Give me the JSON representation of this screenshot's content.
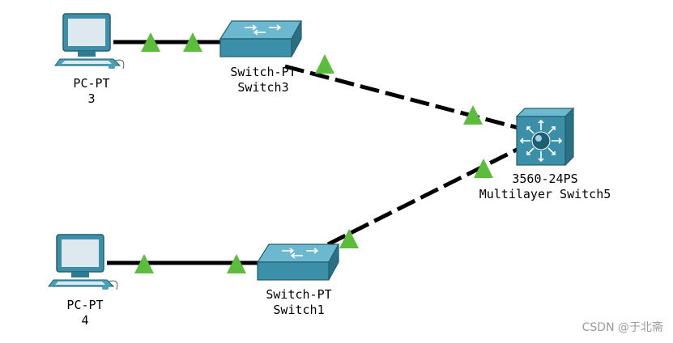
{
  "devices": {
    "pc3": {
      "type_label": "PC-PT",
      "name_label": "3"
    },
    "pc4": {
      "type_label": "PC-PT",
      "name_label": "4"
    },
    "switch3": {
      "type_label": "Switch-PT",
      "name_label": "Switch3"
    },
    "switch1": {
      "type_label": "Switch-PT",
      "name_label": "Switch1"
    },
    "multilayer5": {
      "type_label": "3560-24PS",
      "name_label": "Multilayer Switch5"
    }
  },
  "links": [
    {
      "from": "pc3",
      "to": "switch3",
      "style": "copper-straight",
      "status": "up"
    },
    {
      "from": "switch3",
      "to": "multilayer5",
      "style": "copper-cross",
      "status": "up"
    },
    {
      "from": "pc4",
      "to": "switch1",
      "style": "copper-straight",
      "status": "up"
    },
    {
      "from": "switch1",
      "to": "multilayer5",
      "style": "copper-cross",
      "status": "up"
    }
  ],
  "colors": {
    "link_line": "#000000",
    "link_up_indicator": "#5cbd3c",
    "device_teal": "#3b8fa8",
    "screen": "#dde8ef"
  },
  "watermark": "CSDN @于北斋"
}
